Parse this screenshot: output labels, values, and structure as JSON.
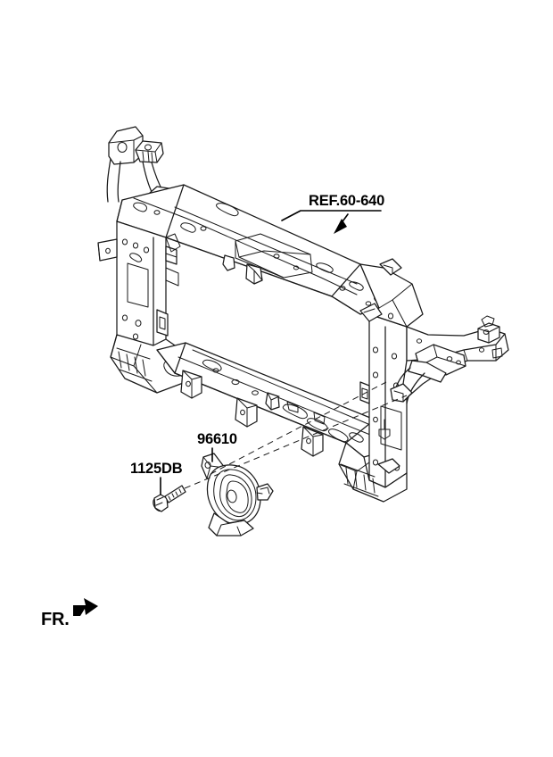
{
  "diagram": {
    "title": "Front End Module / Horn Assembly",
    "background_color": "#ffffff",
    "line_color": "#1a1a1a",
    "orientation_marker": {
      "label": "FR.",
      "icon": "front-direction-arrow",
      "description": "solid black arrow pointing up-right indicating vehicle front"
    },
    "labels": [
      {
        "id": "ref-label",
        "text": "REF.60-640",
        "kind": "reference",
        "target": "upper-crossmember",
        "leader": "elbow-with-arrowhead"
      },
      {
        "id": "horn-label",
        "text": "96610",
        "kind": "part-number",
        "target": "horn-assembly",
        "leader": "vertical-line"
      },
      {
        "id": "bolt-label",
        "text": "1125DB",
        "kind": "part-number",
        "target": "mounting-bolt",
        "leader": "vertical-line"
      }
    ],
    "parts": [
      {
        "id": "radiator-support",
        "name": "radiator-support-carrier",
        "ref": "REF.60-640",
        "description": "Front end carrier frame: upper crossmember, left and right vertical pillars, lower crossmember, outer side brackets and hood latch bracket."
      },
      {
        "id": "horn-assembly",
        "name": "horn-assembly",
        "part_number": "96610",
        "description": "Snail type horn with mounting bracket tab and spade terminal connector."
      },
      {
        "id": "mounting-bolt",
        "name": "flange-head-bolt",
        "part_number": "1125DB",
        "description": "Hex flange head bolt with threaded shank securing the horn bracket."
      }
    ],
    "assembly_lines": [
      {
        "id": "bolt-to-mount",
        "style": "dashed",
        "from": "mounting-bolt",
        "to": "right-frame-mount-point"
      },
      {
        "id": "horn-to-mount",
        "style": "dashed",
        "from": "horn-assembly",
        "to": "right-frame-mount-point"
      }
    ]
  }
}
